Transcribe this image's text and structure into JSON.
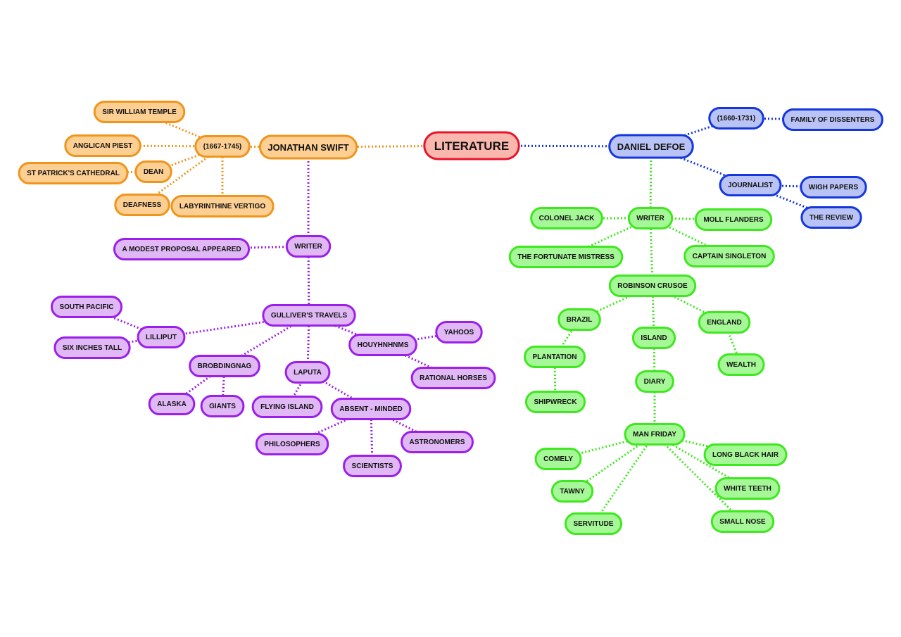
{
  "palette": {
    "root": {
      "fill": "#f9b7ae",
      "stroke": "#e8142b"
    },
    "orange": {
      "fill": "#fdcf93",
      "stroke": "#f0951c"
    },
    "purple": {
      "fill": "#e0b8f5",
      "stroke": "#9b1fe8"
    },
    "blue": {
      "fill": "#b9c3f5",
      "stroke": "#1336de"
    },
    "green": {
      "fill": "#a6f797",
      "stroke": "#3ee81e"
    }
  },
  "nodes": [
    {
      "id": "literature",
      "label": "LITERATURE",
      "color": "root",
      "size": "xl"
    },
    {
      "id": "swift",
      "label": "JONATHAN SWIFT",
      "color": "orange",
      "size": "lg"
    },
    {
      "id": "swift-dates",
      "label": "(1667-1745)",
      "color": "orange"
    },
    {
      "id": "temple",
      "label": "SIR WILLIAM TEMPLE",
      "color": "orange"
    },
    {
      "id": "anglican",
      "label": "ANGLICAN PIEST",
      "color": "orange"
    },
    {
      "id": "dean",
      "label": "DEAN",
      "color": "orange"
    },
    {
      "id": "cathedral",
      "label": "ST PATRICK'S CATHEDRAL",
      "color": "orange"
    },
    {
      "id": "deafness",
      "label": "DEAFNESS",
      "color": "orange"
    },
    {
      "id": "vertigo",
      "label": "LABYRINTHINE VERTIGO",
      "color": "orange"
    },
    {
      "id": "swift-writer",
      "label": "WRITER",
      "color": "purple"
    },
    {
      "id": "modest",
      "label": "A MODEST PROPOSAL APPEARED",
      "color": "purple"
    },
    {
      "id": "gulliver",
      "label": "GULLIVER'S TRAVELS",
      "color": "purple"
    },
    {
      "id": "lilliput",
      "label": "LILLIPUT",
      "color": "purple"
    },
    {
      "id": "south-pacific",
      "label": "SOUTH PACIFIC",
      "color": "purple"
    },
    {
      "id": "six-inches",
      "label": "SIX INCHES TALL",
      "color": "purple"
    },
    {
      "id": "brobdingnag",
      "label": "BROBDINGNAG",
      "color": "purple"
    },
    {
      "id": "alaska",
      "label": "ALASKA",
      "color": "purple"
    },
    {
      "id": "giants",
      "label": "GIANTS",
      "color": "purple"
    },
    {
      "id": "laputa",
      "label": "LAPUTA",
      "color": "purple"
    },
    {
      "id": "flying-island",
      "label": "FLYING ISLAND",
      "color": "purple"
    },
    {
      "id": "absent-minded",
      "label": "ABSENT - MINDED",
      "color": "purple"
    },
    {
      "id": "philosophers",
      "label": "PHILOSOPHERS",
      "color": "purple"
    },
    {
      "id": "scientists",
      "label": "SCIENTISTS",
      "color": "purple"
    },
    {
      "id": "astronomers",
      "label": "ASTRONOMERS",
      "color": "purple"
    },
    {
      "id": "houyhnhnms",
      "label": "HOUYHNHNMS",
      "color": "purple"
    },
    {
      "id": "yahoos",
      "label": "YAHOOS",
      "color": "purple"
    },
    {
      "id": "rational-horses",
      "label": "RATIONAL HORSES",
      "color": "purple"
    },
    {
      "id": "defoe",
      "label": "DANIEL DEFOE",
      "color": "blue",
      "size": "lg"
    },
    {
      "id": "defoe-dates",
      "label": "(1660-1731)",
      "color": "blue"
    },
    {
      "id": "dissenters",
      "label": "FAMILY OF DISSENTERS",
      "color": "blue"
    },
    {
      "id": "journalist",
      "label": "JOURNALIST",
      "color": "blue"
    },
    {
      "id": "wigh-papers",
      "label": "WIGH PAPERS",
      "color": "blue"
    },
    {
      "id": "the-review",
      "label": "THE REVIEW",
      "color": "blue"
    },
    {
      "id": "defoe-writer",
      "label": "WRITER",
      "color": "green"
    },
    {
      "id": "colonel-jack",
      "label": "COLONEL JACK",
      "color": "green"
    },
    {
      "id": "moll-flanders",
      "label": "MOLL FLANDERS",
      "color": "green"
    },
    {
      "id": "fortunate-mistress",
      "label": "THE FORTUNATE MISTRESS",
      "color": "green"
    },
    {
      "id": "captain-singleton",
      "label": "CAPTAIN SINGLETON",
      "color": "green"
    },
    {
      "id": "robinson",
      "label": "ROBINSON CRUSOE",
      "color": "green"
    },
    {
      "id": "brazil",
      "label": "BRAZIL",
      "color": "green"
    },
    {
      "id": "plantation",
      "label": "PLANTATION",
      "color": "green"
    },
    {
      "id": "shipwreck",
      "label": "SHIPWRECK",
      "color": "green"
    },
    {
      "id": "island",
      "label": "ISLAND",
      "color": "green"
    },
    {
      "id": "diary",
      "label": "DIARY",
      "color": "green"
    },
    {
      "id": "england",
      "label": "ENGLAND",
      "color": "green"
    },
    {
      "id": "wealth",
      "label": "WEALTH",
      "color": "green"
    },
    {
      "id": "man-friday",
      "label": "MAN FRIDAY",
      "color": "green"
    },
    {
      "id": "comely",
      "label": "COMELY",
      "color": "green"
    },
    {
      "id": "tawny",
      "label": "TAWNY",
      "color": "green"
    },
    {
      "id": "servitude",
      "label": "SERVITUDE",
      "color": "green"
    },
    {
      "id": "long-black-hair",
      "label": "LONG BLACK HAIR",
      "color": "green"
    },
    {
      "id": "white-teeth",
      "label": "WHITE TEETH",
      "color": "green"
    },
    {
      "id": "small-nose",
      "label": "SMALL NOSE",
      "color": "green"
    }
  ],
  "links": [
    {
      "from": "literature",
      "to": "swift",
      "color": "orange"
    },
    {
      "from": "swift",
      "to": "swift-dates",
      "color": "orange"
    },
    {
      "from": "swift-dates",
      "to": "temple",
      "color": "orange"
    },
    {
      "from": "swift-dates",
      "to": "anglican",
      "color": "orange"
    },
    {
      "from": "swift-dates",
      "to": "dean",
      "color": "orange"
    },
    {
      "from": "dean",
      "to": "cathedral",
      "color": "orange"
    },
    {
      "from": "swift-dates",
      "to": "deafness",
      "color": "orange"
    },
    {
      "from": "swift-dates",
      "to": "vertigo",
      "color": "orange"
    },
    {
      "from": "swift",
      "to": "swift-writer",
      "color": "purple"
    },
    {
      "from": "swift-writer",
      "to": "modest",
      "color": "purple"
    },
    {
      "from": "swift-writer",
      "to": "gulliver",
      "color": "purple"
    },
    {
      "from": "gulliver",
      "to": "lilliput",
      "color": "purple"
    },
    {
      "from": "lilliput",
      "to": "south-pacific",
      "color": "purple"
    },
    {
      "from": "lilliput",
      "to": "six-inches",
      "color": "purple"
    },
    {
      "from": "gulliver",
      "to": "brobdingnag",
      "color": "purple"
    },
    {
      "from": "brobdingnag",
      "to": "alaska",
      "color": "purple"
    },
    {
      "from": "brobdingnag",
      "to": "giants",
      "color": "purple"
    },
    {
      "from": "gulliver",
      "to": "laputa",
      "color": "purple"
    },
    {
      "from": "laputa",
      "to": "flying-island",
      "color": "purple"
    },
    {
      "from": "laputa",
      "to": "absent-minded",
      "color": "purple"
    },
    {
      "from": "absent-minded",
      "to": "philosophers",
      "color": "purple"
    },
    {
      "from": "absent-minded",
      "to": "scientists",
      "color": "purple"
    },
    {
      "from": "absent-minded",
      "to": "astronomers",
      "color": "purple"
    },
    {
      "from": "gulliver",
      "to": "houyhnhnms",
      "color": "purple"
    },
    {
      "from": "houyhnhnms",
      "to": "yahoos",
      "color": "purple"
    },
    {
      "from": "houyhnhnms",
      "to": "rational-horses",
      "color": "purple"
    },
    {
      "from": "literature",
      "to": "defoe",
      "color": "blue"
    },
    {
      "from": "defoe",
      "to": "defoe-dates",
      "color": "blue"
    },
    {
      "from": "defoe-dates",
      "to": "dissenters",
      "color": "blue"
    },
    {
      "from": "defoe",
      "to": "journalist",
      "color": "blue"
    },
    {
      "from": "journalist",
      "to": "wigh-papers",
      "color": "blue"
    },
    {
      "from": "journalist",
      "to": "the-review",
      "color": "blue"
    },
    {
      "from": "defoe",
      "to": "defoe-writer",
      "color": "green"
    },
    {
      "from": "defoe-writer",
      "to": "colonel-jack",
      "color": "green"
    },
    {
      "from": "defoe-writer",
      "to": "moll-flanders",
      "color": "green"
    },
    {
      "from": "defoe-writer",
      "to": "fortunate-mistress",
      "color": "green"
    },
    {
      "from": "defoe-writer",
      "to": "captain-singleton",
      "color": "green"
    },
    {
      "from": "defoe-writer",
      "to": "robinson",
      "color": "green"
    },
    {
      "from": "robinson",
      "to": "brazil",
      "color": "green"
    },
    {
      "from": "brazil",
      "to": "plantation",
      "color": "green"
    },
    {
      "from": "plantation",
      "to": "shipwreck",
      "color": "green"
    },
    {
      "from": "robinson",
      "to": "island",
      "color": "green"
    },
    {
      "from": "island",
      "to": "diary",
      "color": "green"
    },
    {
      "from": "robinson",
      "to": "england",
      "color": "green"
    },
    {
      "from": "england",
      "to": "wealth",
      "color": "green"
    },
    {
      "from": "diary",
      "to": "man-friday",
      "color": "green"
    },
    {
      "from": "man-friday",
      "to": "comely",
      "color": "green"
    },
    {
      "from": "man-friday",
      "to": "tawny",
      "color": "green"
    },
    {
      "from": "man-friday",
      "to": "servitude",
      "color": "green"
    },
    {
      "from": "man-friday",
      "to": "long-black-hair",
      "color": "green"
    },
    {
      "from": "man-friday",
      "to": "white-teeth",
      "color": "green"
    },
    {
      "from": "man-friday",
      "to": "small-nose",
      "color": "green"
    }
  ]
}
